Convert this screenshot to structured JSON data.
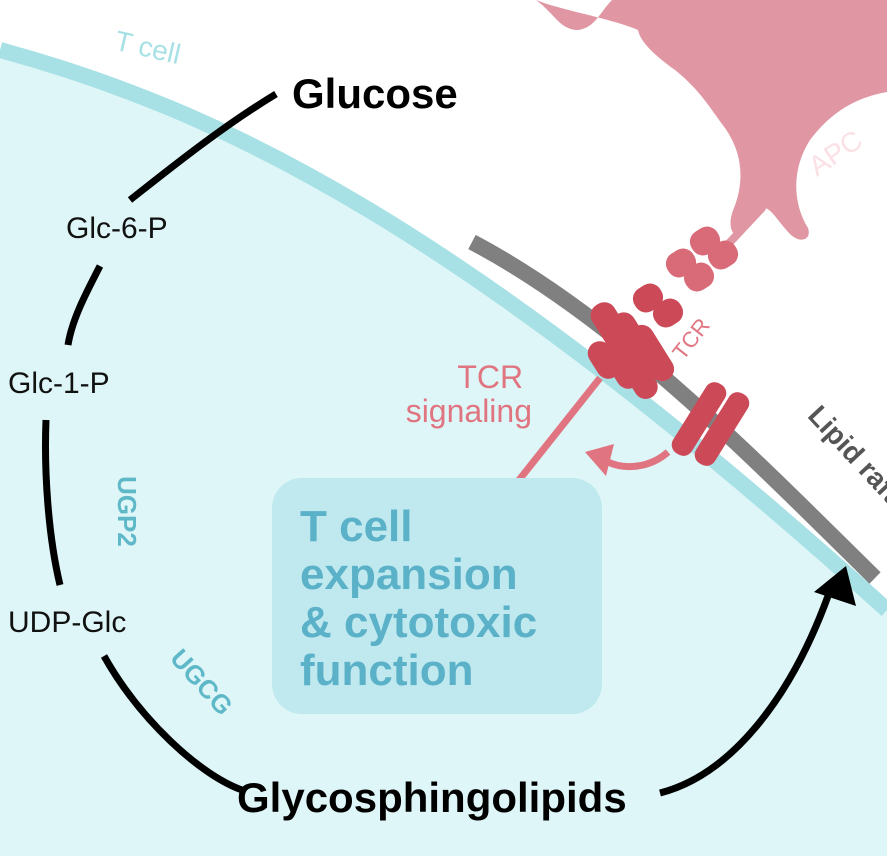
{
  "labels": {
    "cell": "T cell",
    "apc": "APC",
    "tcr": "TCR",
    "lipid_raft": "Lipid raft",
    "tcr_signaling": [
      "TCR",
      "signaling"
    ]
  },
  "pathway": {
    "start": "Glucose",
    "intermediates": [
      "Glc-6-P",
      "Glc-1-P",
      "UDP-Glc"
    ],
    "end": "Glycosphingolipids",
    "enzymes": [
      "UGP2",
      "UGCG"
    ]
  },
  "outcome": {
    "lines": [
      "T cell",
      "expansion",
      "& cytotoxic",
      "function"
    ]
  },
  "colors": {
    "cell_fill": "#def6f7",
    "membrane": "#a7e1e6",
    "raft": "#808080",
    "apc": "#e096a3",
    "tcr_dark": "#cc4a58",
    "tcr_light": "#d96a78",
    "signal_arrow": "#e07581",
    "outcome_box": "#bfe9ee",
    "outcome_text": "#5ab1c8",
    "enzyme_text": "#5fb8c8",
    "pathway_line": "#000000"
  }
}
